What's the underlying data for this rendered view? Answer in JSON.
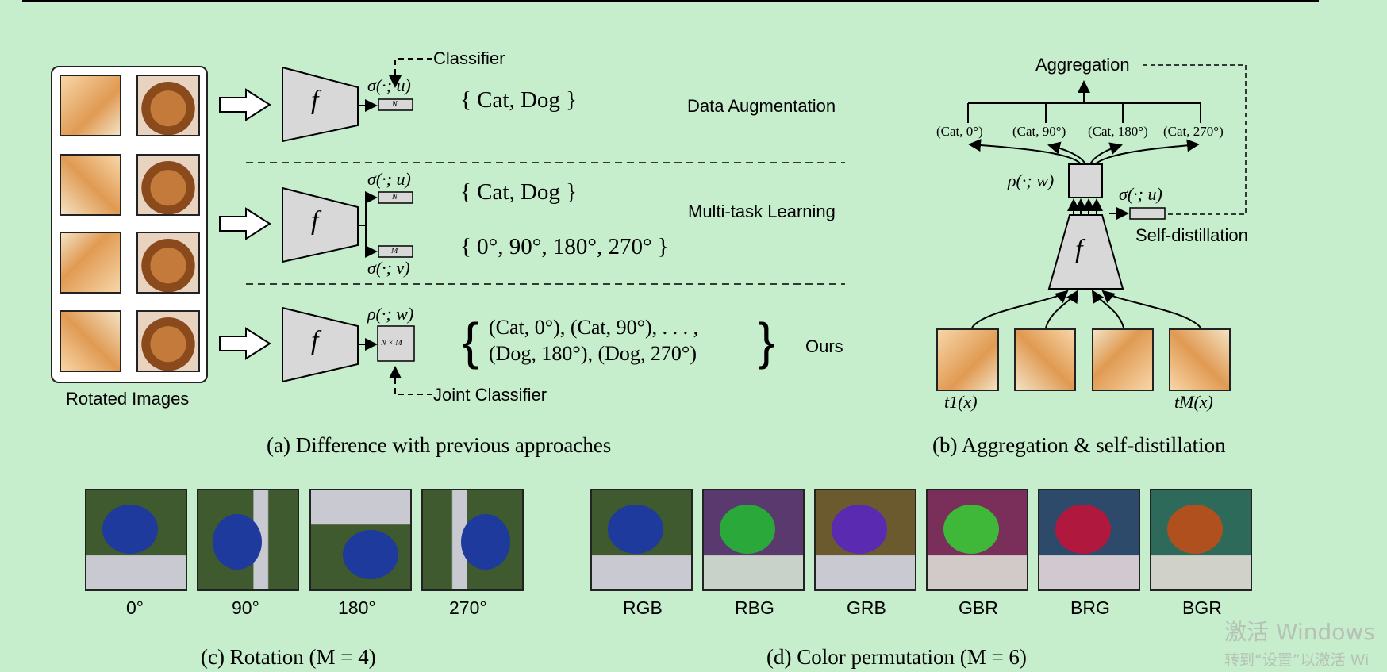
{
  "panel_a": {
    "caption": "(a) Difference with previous approaches",
    "rotated_images_label": "Rotated Images",
    "classifier_label": "Classifier",
    "joint_classifier_label": "Joint Classifier",
    "f_symbol": "f",
    "rows": [
      {
        "method": "Data Augmentation",
        "sigma": "σ(·; u)",
        "head": "N",
        "set": "{  Cat,  Dog  }"
      },
      {
        "method": "Multi-task Learning",
        "sigma": "σ(·; u)",
        "head": "N",
        "set": "{  Cat,  Dog  }",
        "sigma2": "σ(·; v)",
        "head2": "M",
        "set2": "{  0°,  90°,  180°,  270°  }"
      },
      {
        "method": "Ours",
        "sigma": "ρ(·; w)",
        "head": "N × M",
        "set_line1": "(Cat, 0°),  (Cat, 90°),  . . . ,",
        "set_line2": "(Dog, 180°),  (Dog, 270°)"
      }
    ]
  },
  "panel_b": {
    "caption": "(b) Aggregation & self-distillation",
    "aggregation_label": "Aggregation",
    "self_distillation_label": "Self-distillation",
    "rho_label": "ρ(·; w)",
    "sigma_label": "σ(·; u)",
    "f_symbol": "f",
    "outputs": [
      "(Cat, 0°)",
      "(Cat, 90°)",
      "(Cat, 180°)",
      "(Cat, 270°)"
    ],
    "t1_label": "t1(x)",
    "tM_label": "tM(x)"
  },
  "panel_c": {
    "caption": "(c) Rotation (M = 4)",
    "labels": [
      "0°",
      "90°",
      "180°",
      "270°"
    ]
  },
  "panel_d": {
    "caption": "(d) Color permutation (M = 6)",
    "labels": [
      "RGB",
      "RBG",
      "GRB",
      "GBR",
      "BRG",
      "BGR"
    ],
    "colors": [
      "#1e3a9c",
      "#2aa83a",
      "#5a2bb0",
      "#3fb83a",
      "#b0183e",
      "#b0501e"
    ]
  },
  "watermark": {
    "line1": "激活 Windows",
    "line2": "转到“设置”以激活 Wi"
  }
}
